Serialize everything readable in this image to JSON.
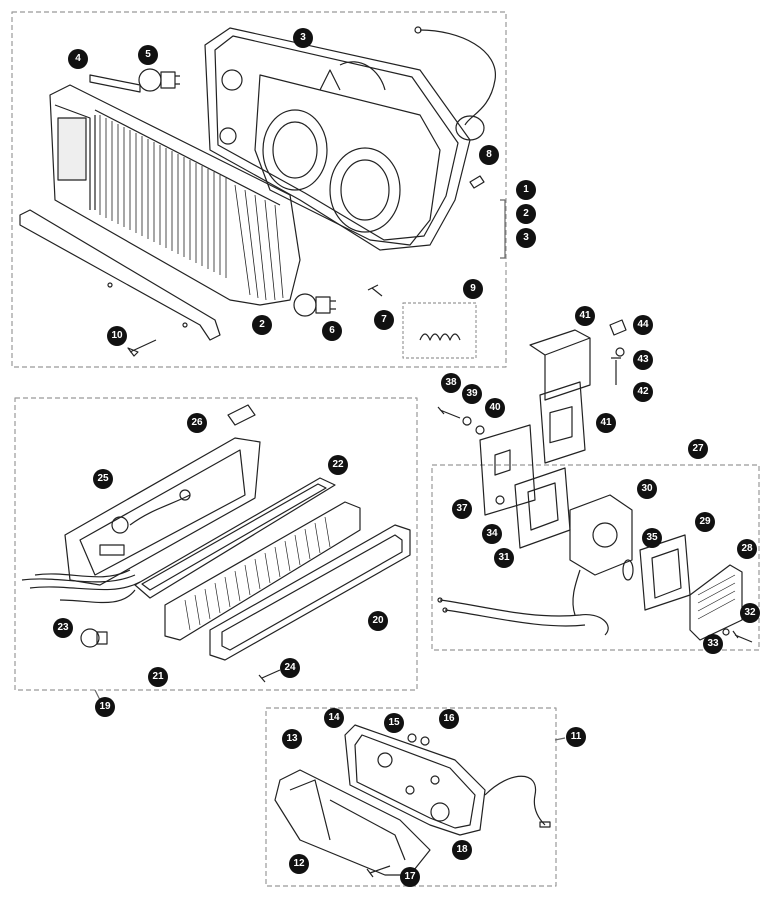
{
  "diagram": {
    "groups": [
      {
        "id": "headlamp-assembly",
        "callouts": [
          "1",
          "2",
          "3",
          "4",
          "5",
          "6",
          "7",
          "8",
          "9",
          "10"
        ]
      },
      {
        "id": "number-plate-lamp",
        "callouts": [
          "19",
          "20",
          "21",
          "22",
          "23",
          "24",
          "25",
          "26"
        ]
      },
      {
        "id": "side-marker-lamp",
        "callouts": [
          "27",
          "28",
          "29",
          "30",
          "31",
          "32",
          "33",
          "34",
          "35",
          "37",
          "38",
          "39",
          "40",
          "41",
          "42",
          "43",
          "44"
        ]
      },
      {
        "id": "rear-lamp",
        "callouts": [
          "11",
          "12",
          "13",
          "14",
          "15",
          "16",
          "17",
          "18"
        ]
      }
    ]
  },
  "callouts": {
    "c1": "1",
    "c2a": "2",
    "c2b": "2",
    "c3a": "3",
    "c3b": "3",
    "c4": "4",
    "c5": "5",
    "c6": "6",
    "c7": "7",
    "c8": "8",
    "c9": "9",
    "c10": "10",
    "c11": "11",
    "c12": "12",
    "c13": "13",
    "c14": "14",
    "c15": "15",
    "c16": "16",
    "c17": "17",
    "c18": "18",
    "c19": "19",
    "c20": "20",
    "c21": "21",
    "c22": "22",
    "c23": "23",
    "c24": "24",
    "c25": "25",
    "c26": "26",
    "c27": "27",
    "c28": "28",
    "c29": "29",
    "c30": "30",
    "c31": "31",
    "c32": "32",
    "c33": "33",
    "c34": "34",
    "c35": "35",
    "c37": "37",
    "c38": "38",
    "c39": "39",
    "c40": "40",
    "c41a": "41",
    "c41b": "41",
    "c42": "42",
    "c43": "43",
    "c44": "44"
  }
}
